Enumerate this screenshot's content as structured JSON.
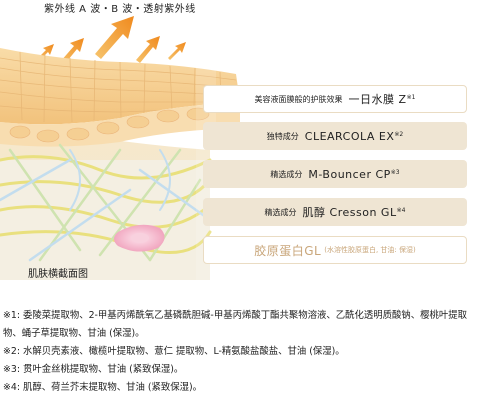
{
  "uv_caption": "紫外线 A 波・B 波・透射紫外线",
  "labels": [
    {
      "small": "美容液面膜般的护肤效果",
      "big": "一日水膜 Z",
      "sup": "※1"
    },
    {
      "small": "独特成分",
      "big": "CLEARCOLA EX",
      "sup": "※2"
    },
    {
      "small": "精选成分",
      "big": "M-Bouncer CP",
      "sup": "※3"
    },
    {
      "small": "精选成分",
      "big": "肌醇 Cresson GL",
      "sup": "※4"
    },
    {
      "big": "胶原蛋白GL",
      "small": "(水溶性胶原蛋白, 甘油: 保湿)"
    }
  ],
  "cross_caption": "肌肤横截面图",
  "notes": [
    "※1: 委陵菜提取物、2-甲基丙烯酰氧乙基磷酰胆碱-甲基丙烯酸丁酯共聚物溶液、乙酰化透明质酸钠、樱桃叶提取物、蛹子草提取物、甘油 (保湿)。",
    "※2: 水解贝壳素液、橄榄叶提取物、薏仁 提取物、L-精氨酸盐酸盐、甘油 (保湿)。",
    "※3: 贯叶金丝桃提取物、甘油 (紧致保湿)。",
    "※4: 肌醇、荷兰芥末提取物、甘油 (紧致保湿)。"
  ],
  "colors": {
    "skin_top": "#f6d49a",
    "skin_mid": "#f3c98a",
    "fiber_yellow": "#eee28a",
    "fiber_green": "#cfe3b0",
    "fiber_blue": "#c3ddee",
    "pink_cell": "#f4b8cb",
    "arrow_orange": "#f2a238",
    "label_bg": "#efe5d3",
    "label_gold": "#c9a67a"
  }
}
